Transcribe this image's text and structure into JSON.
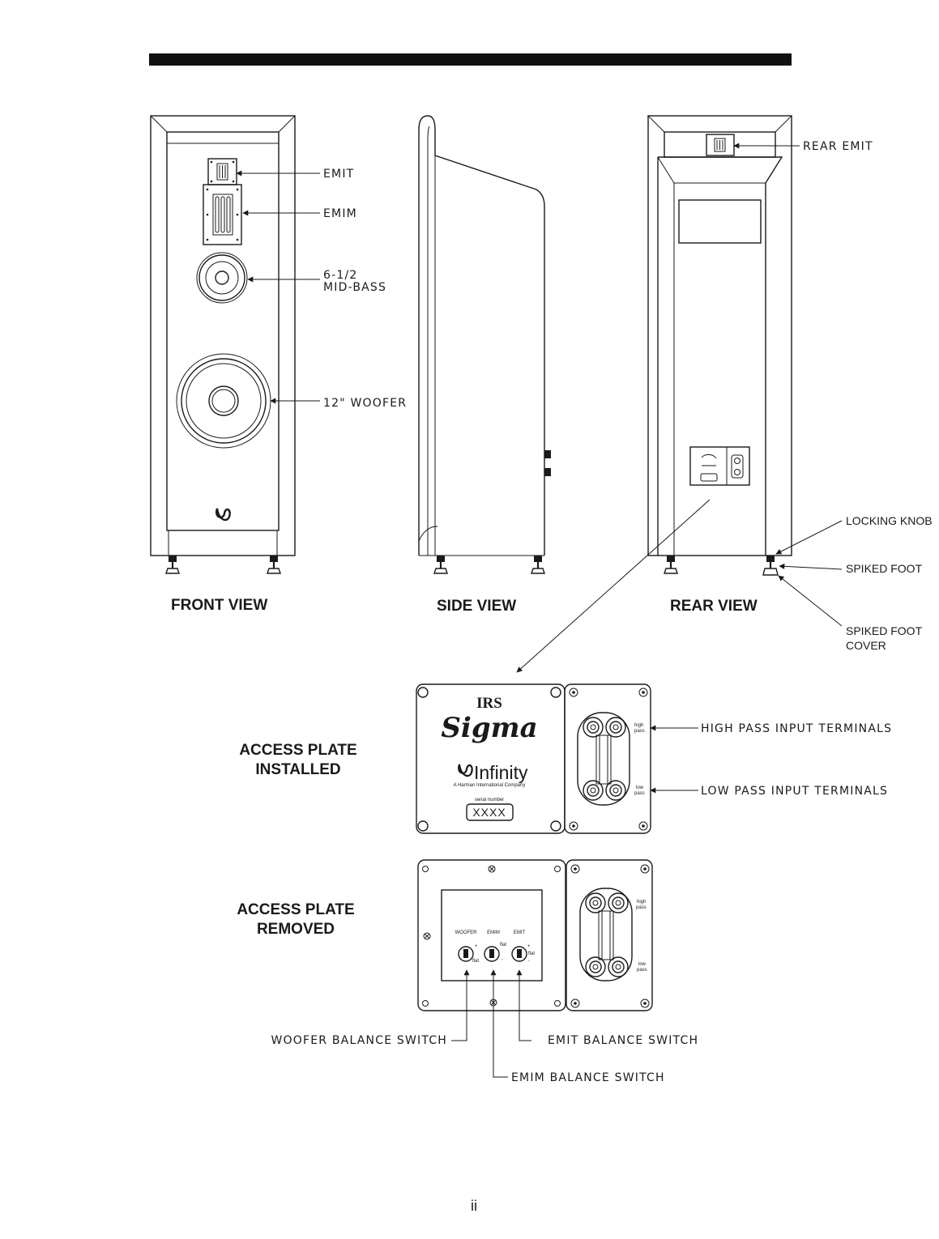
{
  "views": {
    "front": "FRONT VIEW",
    "side": "SIDE VIEW",
    "rear": "REAR VIEW"
  },
  "front_callouts": {
    "emit": "EMIT",
    "emim": "EMIM",
    "midbass_line1": "6-1/2",
    "midbass_line2": "MID-BASS",
    "woofer": "12\"  WOOFER"
  },
  "rear_callouts": {
    "rear_emit": "REAR EMIT",
    "locking_knob": "LOCKING KNOB",
    "spiked_foot": "SPIKED FOOT",
    "spiked_foot_cover_line1": "SPIKED FOOT",
    "spiked_foot_cover_line2": "COVER"
  },
  "access_plate_installed": {
    "title_line1": "ACCESS PLATE",
    "title_line2": "INSTALLED",
    "brand": "IRS",
    "model": "Sigma",
    "maker": "Infinity",
    "maker_tagline": "A Harman International Company",
    "serial_label": "serial number",
    "serial_value": "XXXX",
    "high_pass_tag": [
      "high",
      "pass"
    ],
    "low_pass_tag": [
      "low",
      "pass"
    ],
    "high_pass_callout": "HIGH PASS INPUT TERMINALS",
    "low_pass_callout": "LOW PASS INPUT TERMINALS"
  },
  "access_plate_removed": {
    "title_line1": "ACCESS PLATE",
    "title_line2": "REMOVED",
    "switch_labels": [
      "WOOFER",
      "EMIM",
      "EMIT"
    ],
    "switch_marks": {
      "plus": "+",
      "minus": "-",
      "flat": "flat"
    },
    "high_pass_tag": [
      "high",
      "pass"
    ],
    "low_pass_tag": [
      "low",
      "pass"
    ],
    "woofer_switch_callout": "WOOFER BALANCE SWITCH",
    "emit_switch_callout": "EMIT BALANCE SWITCH",
    "emim_switch_callout": "EMIM BALANCE SWITCH"
  },
  "page_number": "ii"
}
